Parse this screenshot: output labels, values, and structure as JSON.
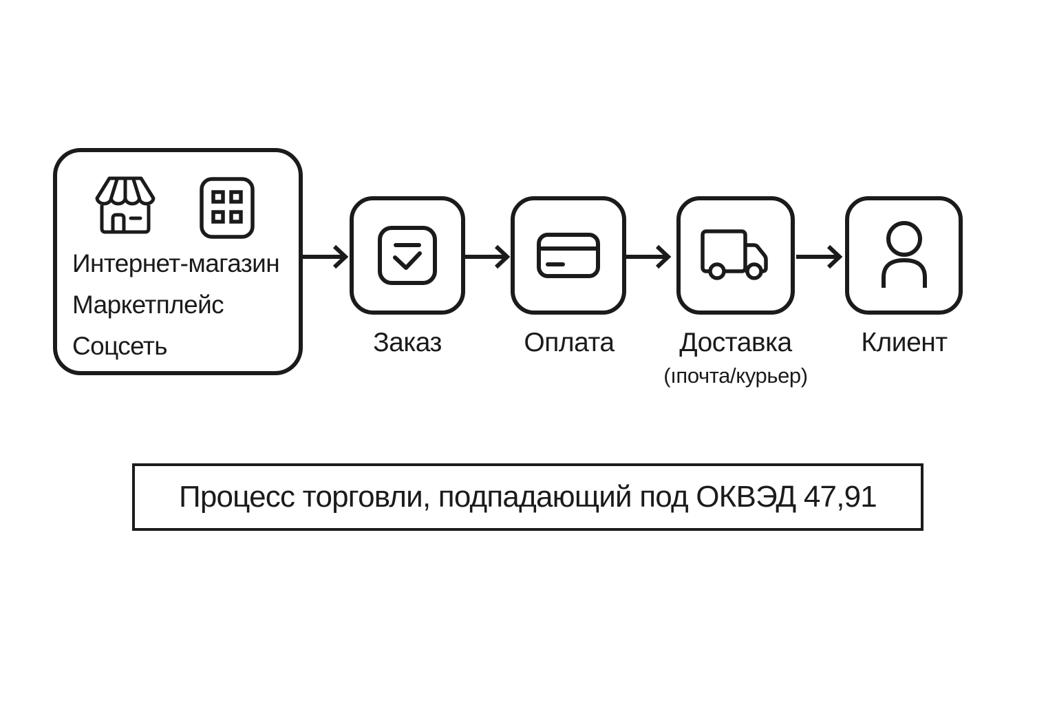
{
  "palette": {
    "stroke": "#1b1b1b",
    "background": "#ffffff"
  },
  "source_box": {
    "icons": [
      "storefront-icon",
      "marketplace-building-icon"
    ],
    "line1": "Интернет-магазин",
    "line2": "Маркетплейс",
    "line3": "Соцсеть"
  },
  "steps": [
    {
      "label": "Заказ",
      "icon": "order-checkbox-icon"
    },
    {
      "label": "Оплата",
      "icon": "credit-card-icon"
    },
    {
      "label": "Доставка",
      "sublabel": "(ıпочта/курьер)",
      "icon": "delivery-truck-icon"
    },
    {
      "label": "Клиент",
      "icon": "person-icon"
    }
  ],
  "caption": {
    "text": "Процесс торговли, подпадающий под ОКВЭД 47,91"
  }
}
